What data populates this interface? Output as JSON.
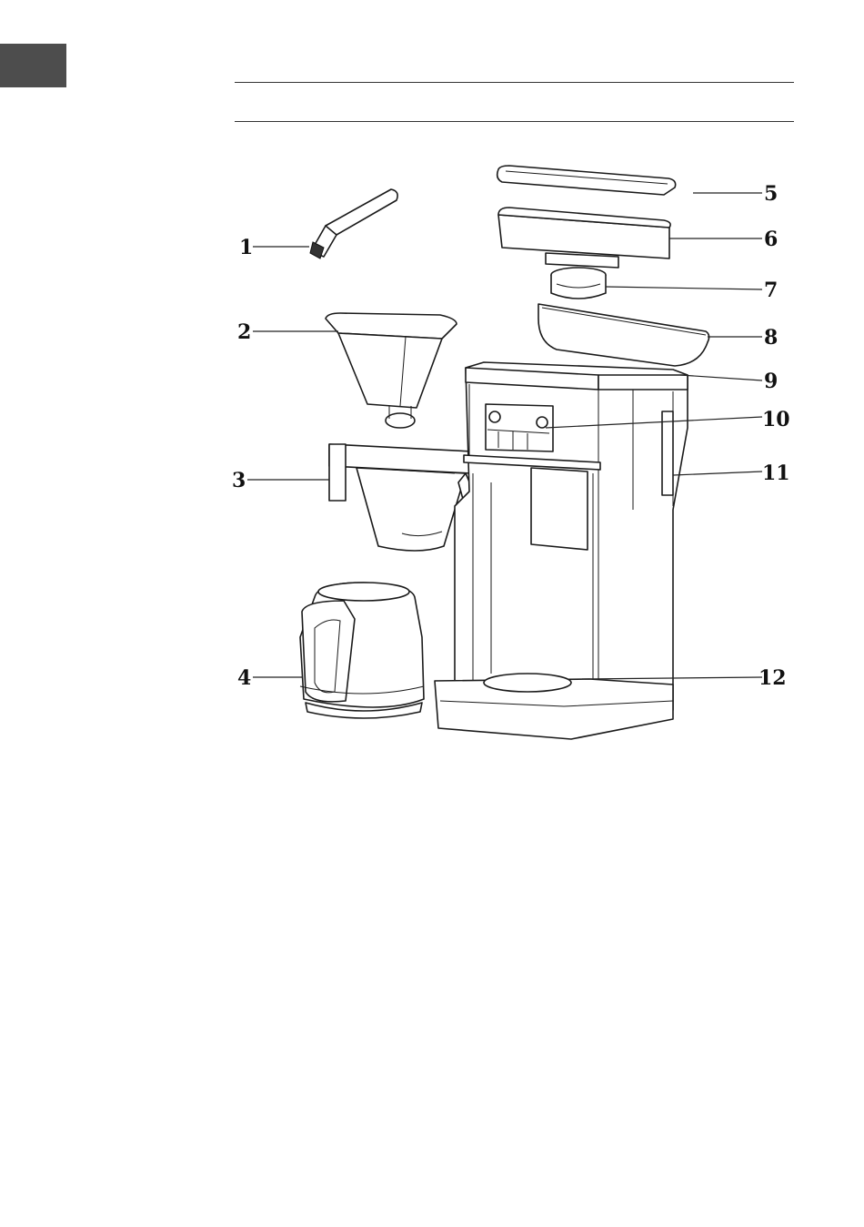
{
  "page": {
    "language_tab": {
      "color": "#4d4d4d"
    }
  },
  "diagram": {
    "callouts": [
      {
        "id": "1",
        "label": "1"
      },
      {
        "id": "2",
        "label": "2"
      },
      {
        "id": "3",
        "label": "3"
      },
      {
        "id": "4",
        "label": "4"
      },
      {
        "id": "5",
        "label": "5"
      },
      {
        "id": "6",
        "label": "6"
      },
      {
        "id": "7",
        "label": "7"
      },
      {
        "id": "8",
        "label": "8"
      },
      {
        "id": "9",
        "label": "9"
      },
      {
        "id": "10",
        "label": "10"
      },
      {
        "id": "11",
        "label": "11"
      },
      {
        "id": "12",
        "label": "12"
      }
    ]
  }
}
